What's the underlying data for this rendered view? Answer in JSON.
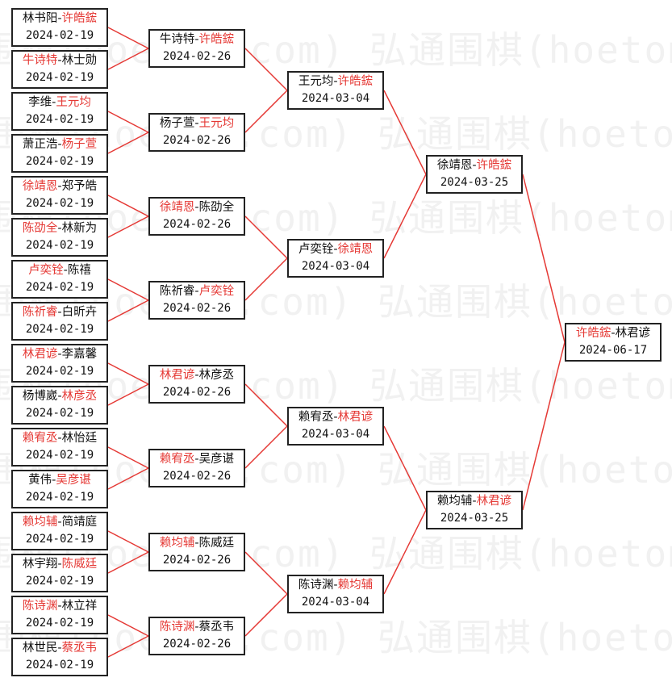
{
  "watermark": "弘通围棋(hoetom.com)",
  "matches": [
    {
      "id": "r1_1",
      "p1": "林书阳",
      "p2": "许皓鋐",
      "winner": 2,
      "date": "2024-02-19"
    },
    {
      "id": "r1_2",
      "p1": "牛诗特",
      "p2": "林士勋",
      "winner": 1,
      "date": "2024-02-19"
    },
    {
      "id": "r1_3",
      "p1": "李维",
      "p2": "王元均",
      "winner": 2,
      "date": "2024-02-19"
    },
    {
      "id": "r1_4",
      "p1": "萧正浩",
      "p2": "杨子萱",
      "winner": 2,
      "date": "2024-02-19"
    },
    {
      "id": "r1_5",
      "p1": "徐靖恩",
      "p2": "郑予皓",
      "winner": 1,
      "date": "2024-02-19"
    },
    {
      "id": "r1_6",
      "p1": "陈劭全",
      "p2": "林新为",
      "winner": 1,
      "date": "2024-02-19"
    },
    {
      "id": "r1_7",
      "p1": "卢奕铨",
      "p2": "陈禧",
      "winner": 1,
      "date": "2024-02-19"
    },
    {
      "id": "r1_8",
      "p1": "陈祈睿",
      "p2": "白昕卉",
      "winner": 1,
      "date": "2024-02-19"
    },
    {
      "id": "r1_9",
      "p1": "林君谚",
      "p2": "李嘉馨",
      "winner": 1,
      "date": "2024-02-19"
    },
    {
      "id": "r1_10",
      "p1": "杨博崴",
      "p2": "林彦丞",
      "winner": 2,
      "date": "2024-02-19"
    },
    {
      "id": "r1_11",
      "p1": "赖宥丞",
      "p2": "林怡廷",
      "winner": 1,
      "date": "2024-02-19"
    },
    {
      "id": "r1_12",
      "p1": "黄伟",
      "p2": "吴彦谌",
      "winner": 2,
      "date": "2024-02-19"
    },
    {
      "id": "r1_13",
      "p1": "赖均辅",
      "p2": "简靖庭",
      "winner": 1,
      "date": "2024-02-19"
    },
    {
      "id": "r1_14",
      "p1": "林宇翔",
      "p2": "陈威廷",
      "winner": 2,
      "date": "2024-02-19"
    },
    {
      "id": "r1_15",
      "p1": "陈诗渊",
      "p2": "林立祥",
      "winner": 1,
      "date": "2024-02-19"
    },
    {
      "id": "r1_16",
      "p1": "林世民",
      "p2": "蔡丞韦",
      "winner": 2,
      "date": "2024-02-19"
    },
    {
      "id": "r2_1",
      "p1": "牛诗特",
      "p2": "许皓鋐",
      "winner": 2,
      "date": "2024-02-26"
    },
    {
      "id": "r2_2",
      "p1": "杨子萱",
      "p2": "王元均",
      "winner": 2,
      "date": "2024-02-26"
    },
    {
      "id": "r2_3",
      "p1": "徐靖恩",
      "p2": "陈劭全",
      "winner": 1,
      "date": "2024-02-26"
    },
    {
      "id": "r2_4",
      "p1": "陈祈睿",
      "p2": "卢奕铨",
      "winner": 2,
      "date": "2024-02-26"
    },
    {
      "id": "r2_5",
      "p1": "林君谚",
      "p2": "林彦丞",
      "winner": 1,
      "date": "2024-02-26"
    },
    {
      "id": "r2_6",
      "p1": "赖宥丞",
      "p2": "吴彦谌",
      "winner": 1,
      "date": "2024-02-26"
    },
    {
      "id": "r2_7",
      "p1": "赖均辅",
      "p2": "陈威廷",
      "winner": 1,
      "date": "2024-02-26"
    },
    {
      "id": "r2_8",
      "p1": "陈诗渊",
      "p2": "蔡丞韦",
      "winner": 1,
      "date": "2024-02-26"
    },
    {
      "id": "r3_1",
      "p1": "王元均",
      "p2": "许皓鋐",
      "winner": 2,
      "date": "2024-03-04"
    },
    {
      "id": "r3_2",
      "p1": "卢奕铨",
      "p2": "徐靖恩",
      "winner": 2,
      "date": "2024-03-04"
    },
    {
      "id": "r3_3",
      "p1": "赖宥丞",
      "p2": "林君谚",
      "winner": 2,
      "date": "2024-03-04"
    },
    {
      "id": "r3_4",
      "p1": "陈诗渊",
      "p2": "赖均辅",
      "winner": 2,
      "date": "2024-03-04"
    },
    {
      "id": "r4_1",
      "p1": "徐靖恩",
      "p2": "许皓鋐",
      "winner": 2,
      "date": "2024-03-25"
    },
    {
      "id": "r4_2",
      "p1": "赖均辅",
      "p2": "林君谚",
      "winner": 2,
      "date": "2024-03-25"
    },
    {
      "id": "final",
      "p1": "许皓鋐",
      "p2": "林君谚",
      "winner": 1,
      "date": "2024-06-17"
    }
  ],
  "colors": {
    "winner": "#e53935",
    "connector": "#e53935",
    "border": "#222222",
    "text": "#111111"
  }
}
